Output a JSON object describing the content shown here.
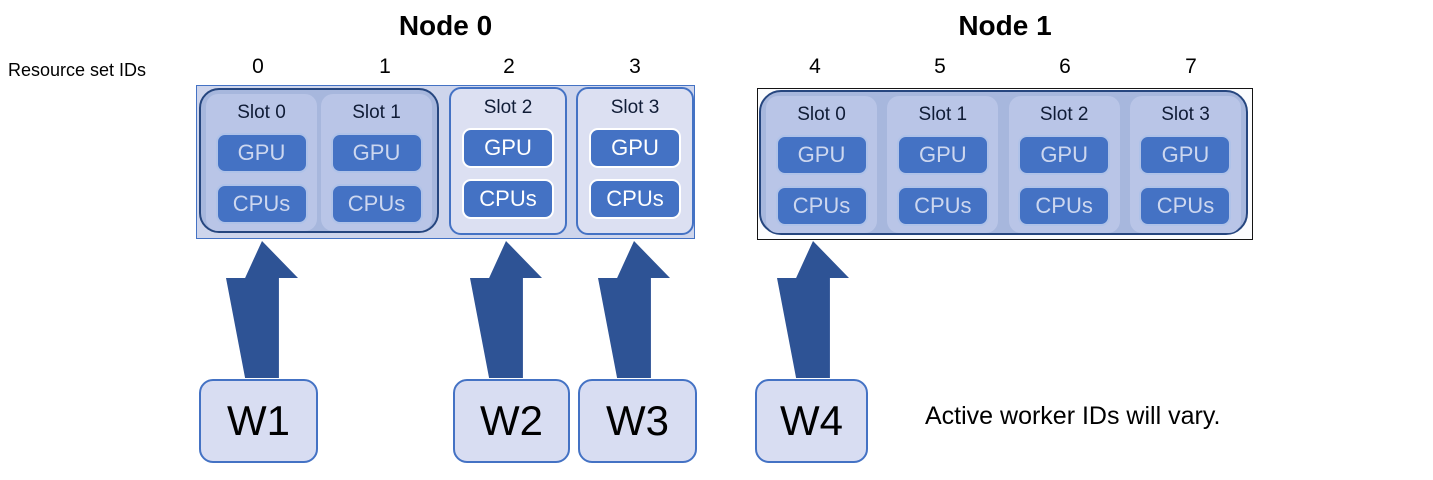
{
  "colors": {
    "unit_fill": "#4472C4",
    "accent_border": "#4472C4",
    "group_fill": "#A7B7DD",
    "slot_fill": "#B9C5E7",
    "group_border": "#26467F",
    "node0_fill": "#CED5EC",
    "bright_slot_fill": "#DCE0F2",
    "worker_fill": "#D8DDF2",
    "arrow": "#2E5395",
    "node1_border": "#141414",
    "muted_unit_text": "#CDD7EF",
    "bright_unit_text": "#FFFFFF"
  },
  "resource_set_ids": {
    "label": "Resource set IDs",
    "values": [
      "0",
      "1",
      "2",
      "3",
      "4",
      "5",
      "6",
      "7"
    ]
  },
  "nodes": [
    {
      "title": "Node 0",
      "slots": [
        {
          "label": "Slot 0",
          "gpu": "GPU",
          "cpus": "CPUs"
        },
        {
          "label": "Slot 1",
          "gpu": "GPU",
          "cpus": "CPUs"
        },
        {
          "label": "Slot 2",
          "gpu": "GPU",
          "cpus": "CPUs"
        },
        {
          "label": "Slot 3",
          "gpu": "GPU",
          "cpus": "CPUs"
        }
      ]
    },
    {
      "title": "Node 1",
      "slots": [
        {
          "label": "Slot 0",
          "gpu": "GPU",
          "cpus": "CPUs"
        },
        {
          "label": "Slot 1",
          "gpu": "GPU",
          "cpus": "CPUs"
        },
        {
          "label": "Slot 2",
          "gpu": "GPU",
          "cpus": "CPUs"
        },
        {
          "label": "Slot 3",
          "gpu": "GPU",
          "cpus": "CPUs"
        }
      ]
    }
  ],
  "workers": [
    {
      "label": "W1"
    },
    {
      "label": "W2"
    },
    {
      "label": "W3"
    },
    {
      "label": "W4"
    }
  ],
  "note": "Active worker IDs will vary."
}
